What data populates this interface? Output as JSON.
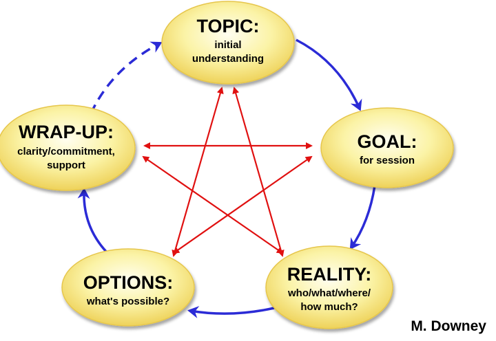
{
  "nodes": {
    "topic": {
      "title": "TOPIC:",
      "lines": [
        "initial",
        "understanding"
      ]
    },
    "goal": {
      "title": "GOAL:",
      "lines": [
        "for session"
      ]
    },
    "reality": {
      "title": "REALITY:",
      "lines": [
        "who/what/where/",
        "how much?"
      ]
    },
    "options": {
      "title": "OPTIONS:",
      "lines": [
        "what's possible?"
      ]
    },
    "wrapup": {
      "title": "WRAP-UP:",
      "lines": [
        "clarity/commitment,",
        "support"
      ]
    }
  },
  "author": "M. Downey",
  "colors": {
    "cycle_arrow": "#2b2bd6",
    "star_arrow": "#e01010",
    "node_fill": "#fbf3a6",
    "node_edge": "#e9c84a"
  }
}
